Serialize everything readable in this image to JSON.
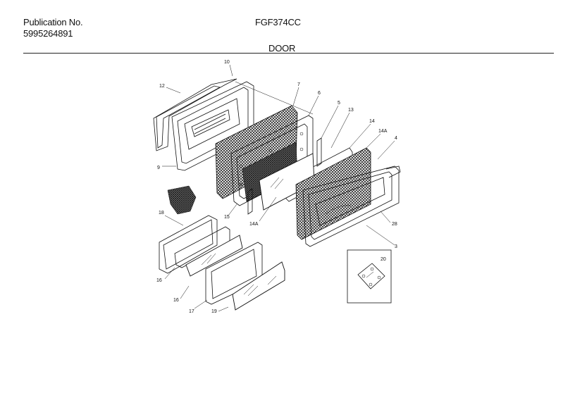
{
  "header": {
    "publication_label": "Publication No.",
    "publication_number": "5995264891",
    "model": "FGF374CC",
    "section_title": "DOOR"
  },
  "callouts": {
    "c10": "10",
    "c12": "12",
    "c7": "7",
    "c6": "6",
    "c5": "5",
    "c13": "13",
    "c14": "14",
    "c14a_top": "14A",
    "c4": "4",
    "c9": "9",
    "c15": "15",
    "c14a_bottom": "14A",
    "c18": "18",
    "c16a": "16",
    "c16b": "16",
    "c17": "17",
    "c19": "19",
    "c28": "28",
    "c3": "3",
    "c20": "20"
  }
}
